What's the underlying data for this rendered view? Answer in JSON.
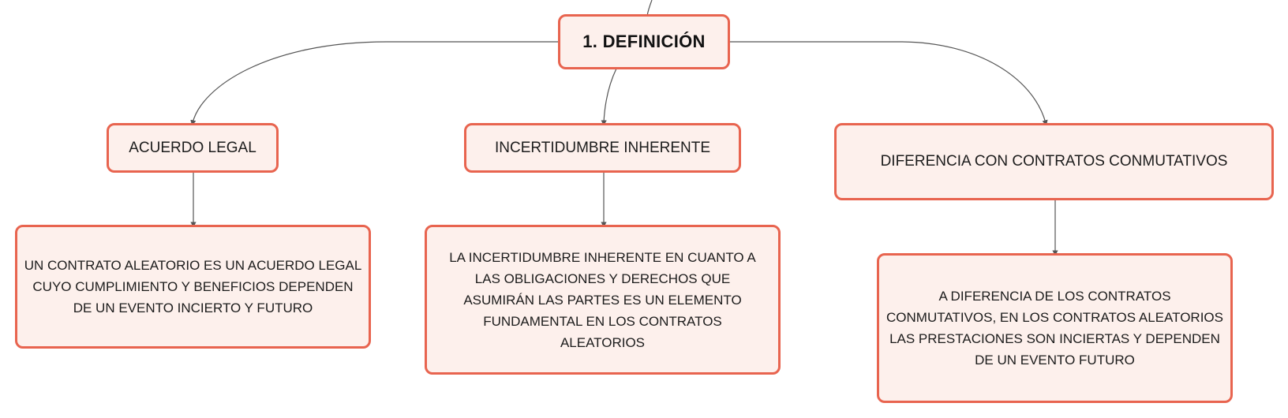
{
  "colors": {
    "node_fill": "#fdf0ec",
    "node_border": "#e8644f",
    "connector": "#555555",
    "text": "#1c1c1c"
  },
  "root": {
    "label": "1. DEFINICIÓN"
  },
  "branches": [
    {
      "topic": "ACUERDO LEGAL",
      "detail": "UN CONTRATO ALEATORIO ES UN ACUERDO LEGAL CUYO CUMPLIMIENTO Y BENEFICIOS DEPENDEN DE UN EVENTO INCIERTO Y FUTURO"
    },
    {
      "topic": "INCERTIDUMBRE INHERENTE",
      "detail": "LA INCERTIDUMBRE INHERENTE EN CUANTO A LAS OBLIGACIONES Y DERECHOS QUE ASUMIRÁN LAS PARTES ES UN ELEMENTO FUNDAMENTAL EN LOS CONTRATOS ALEATORIOS"
    },
    {
      "topic": "DIFERENCIA CON CONTRATOS CONMUTATIVOS",
      "detail": "A DIFERENCIA DE LOS CONTRATOS CONMUTATIVOS, EN LOS CONTRATOS ALEATORIOS LAS PRESTACIONES SON INCIERTAS Y DEPENDEN DE UN EVENTO FUTURO"
    }
  ]
}
